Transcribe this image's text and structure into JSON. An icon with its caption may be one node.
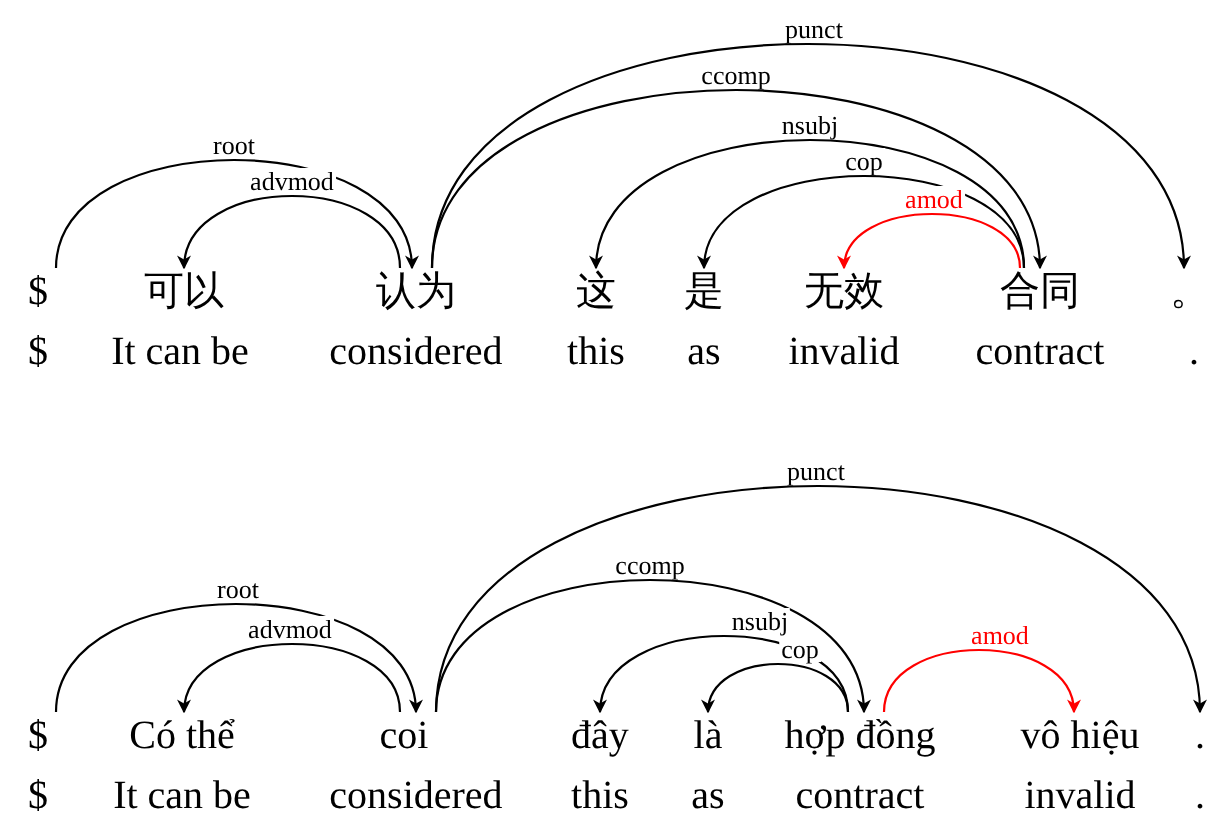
{
  "diagram": {
    "nodes": [
      {
        "text": [
          "$"
        ]
      },
      {
        "text": [
          "可以"
        ]
      },
      {
        "text": [
          "认为"
        ]
      },
      {
        "text": [
          "这"
        ]
      },
      {
        "text": [
          "是"
        ]
      },
      {
        "text": [
          "无效"
        ]
      },
      {
        "text": [
          "合同"
        ]
      },
      {
        "text": [
          "。"
        ]
      },
      {
        "text": [
          "$"
        ]
      },
      {
        "text": [
          "Có thể"
        ]
      },
      {
        "text": [
          "coi"
        ]
      },
      {
        "text": [
          "đây"
        ]
      },
      {
        "text": [
          "là"
        ]
      },
      {
        "text": [
          "hợp đồng"
        ]
      },
      {
        "text": [
          "vô hiệu"
        ]
      },
      {
        "text": [
          "."
        ]
      }
    ],
    "edges": [
      {
        "from": 0,
        "to": 2,
        "arrow": "to",
        "label": "root"
      },
      {
        "from": 2,
        "to": 1,
        "arrow": "to",
        "label": "advmod"
      },
      {
        "from": 2,
        "to": 7,
        "arrow": "to",
        "label": "punct"
      },
      {
        "from": 2,
        "to": 6,
        "arrow": "to",
        "label": "ccomp"
      },
      {
        "from": 6,
        "to": 3,
        "arrow": "to",
        "label": "nsubj"
      },
      {
        "from": 6,
        "to": 4,
        "arrow": "to",
        "label": "cop"
      },
      {
        "from": 6,
        "to": 5,
        "arrow": "to",
        "label": "amod",
        "color": "#ff0000"
      },
      {
        "from": 8,
        "to": 10,
        "arrow": "to",
        "label": "root"
      },
      {
        "from": 10,
        "to": 9,
        "arrow": "to",
        "label": "advmod"
      },
      {
        "from": 10,
        "to": 15,
        "arrow": "to",
        "label": "punct"
      },
      {
        "from": 10,
        "to": 13,
        "arrow": "to",
        "label": "ccomp"
      },
      {
        "from": 13,
        "to": 11,
        "arrow": "to",
        "label": "nsubj"
      },
      {
        "from": 13,
        "to": 12,
        "arrow": "to",
        "label": "cop"
      },
      {
        "from": 13,
        "to": 14,
        "arrow": "to",
        "label": "amod",
        "color": "#ff0000"
      }
    ],
    "labels": [
      "$",
      "It can be",
      "considered",
      "this",
      "as",
      "invalid",
      "contract",
      ".",
      "$",
      "It can be",
      "considered",
      "this",
      "as",
      "contract",
      "invalid",
      "."
    ]
  }
}
